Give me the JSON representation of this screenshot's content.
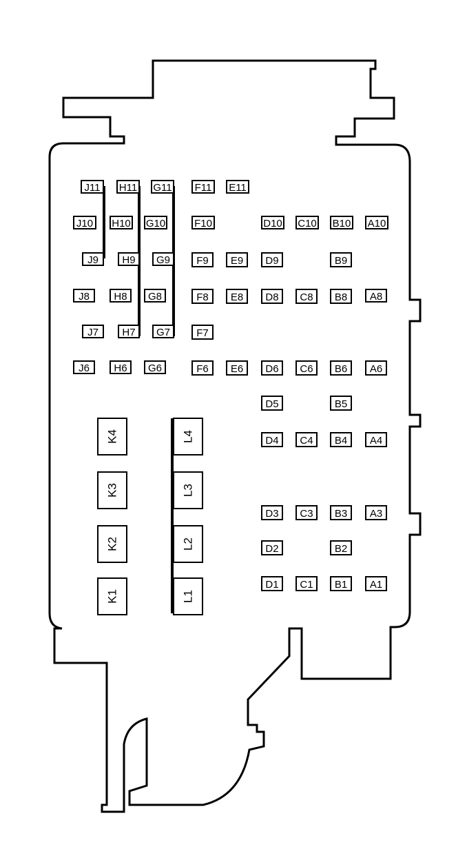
{
  "fuses": [
    {
      "id": "j11",
      "label": "J11"
    },
    {
      "id": "h11",
      "label": "H11"
    },
    {
      "id": "g11",
      "label": "G11"
    },
    {
      "id": "f11",
      "label": "F11"
    },
    {
      "id": "e11",
      "label": "E11"
    },
    {
      "id": "j10",
      "label": "J10"
    },
    {
      "id": "h10",
      "label": "H10"
    },
    {
      "id": "g10",
      "label": "G10"
    },
    {
      "id": "f10",
      "label": "F10"
    },
    {
      "id": "d10",
      "label": "D10"
    },
    {
      "id": "c10",
      "label": "C10"
    },
    {
      "id": "b10",
      "label": "B10"
    },
    {
      "id": "a10",
      "label": "A10"
    },
    {
      "id": "j9",
      "label": "J9"
    },
    {
      "id": "h9",
      "label": "H9"
    },
    {
      "id": "g9",
      "label": "G9"
    },
    {
      "id": "f9",
      "label": "F9"
    },
    {
      "id": "e9",
      "label": "E9"
    },
    {
      "id": "d9",
      "label": "D9"
    },
    {
      "id": "b9",
      "label": "B9"
    },
    {
      "id": "j8",
      "label": "J8"
    },
    {
      "id": "h8",
      "label": "H8"
    },
    {
      "id": "g8",
      "label": "G8"
    },
    {
      "id": "f8",
      "label": "F8"
    },
    {
      "id": "e8",
      "label": "E8"
    },
    {
      "id": "d8",
      "label": "D8"
    },
    {
      "id": "c8",
      "label": "C8"
    },
    {
      "id": "b8",
      "label": "B8"
    },
    {
      "id": "a8",
      "label": "A8"
    },
    {
      "id": "j7",
      "label": "J7"
    },
    {
      "id": "h7",
      "label": "H7"
    },
    {
      "id": "g7",
      "label": "G7"
    },
    {
      "id": "f7",
      "label": "F7"
    },
    {
      "id": "j6",
      "label": "J6"
    },
    {
      "id": "h6",
      "label": "H6"
    },
    {
      "id": "g6",
      "label": "G6"
    },
    {
      "id": "f6",
      "label": "F6"
    },
    {
      "id": "e6",
      "label": "E6"
    },
    {
      "id": "d6",
      "label": "D6"
    },
    {
      "id": "c6",
      "label": "C6"
    },
    {
      "id": "b6",
      "label": "B6"
    },
    {
      "id": "a6",
      "label": "A6"
    },
    {
      "id": "d5",
      "label": "D5"
    },
    {
      "id": "b5",
      "label": "B5"
    },
    {
      "id": "d4",
      "label": "D4"
    },
    {
      "id": "c4",
      "label": "C4"
    },
    {
      "id": "b4",
      "label": "B4"
    },
    {
      "id": "a4",
      "label": "A4"
    },
    {
      "id": "d3",
      "label": "D3"
    },
    {
      "id": "c3",
      "label": "C3"
    },
    {
      "id": "b3",
      "label": "B3"
    },
    {
      "id": "a3",
      "label": "A3"
    },
    {
      "id": "d2",
      "label": "D2"
    },
    {
      "id": "b2",
      "label": "B2"
    },
    {
      "id": "d1",
      "label": "D1"
    },
    {
      "id": "c1",
      "label": "C1"
    },
    {
      "id": "b1",
      "label": "B1"
    },
    {
      "id": "a1",
      "label": "A1"
    }
  ],
  "relays": [
    {
      "id": "k4",
      "label": "K4"
    },
    {
      "id": "k3",
      "label": "K3"
    },
    {
      "id": "k2",
      "label": "K2"
    },
    {
      "id": "k1",
      "label": "K1"
    },
    {
      "id": "l4",
      "label": "L4"
    },
    {
      "id": "l3",
      "label": "L3"
    },
    {
      "id": "l2",
      "label": "L2"
    },
    {
      "id": "l1",
      "label": "L1"
    }
  ]
}
